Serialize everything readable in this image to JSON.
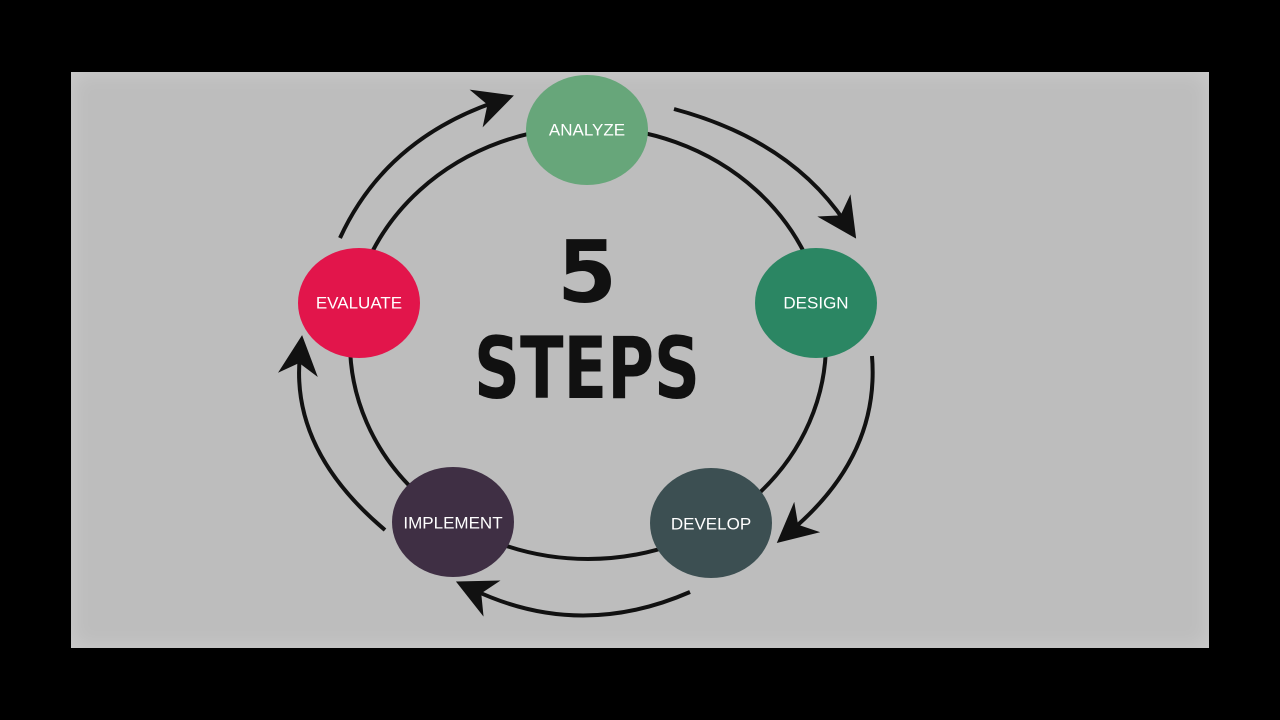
{
  "title": {
    "number": "5",
    "word": "STEPS"
  },
  "steps": [
    {
      "label": "ANALYZE",
      "color": "#67a67a"
    },
    {
      "label": "DESIGN",
      "color": "#2b8663"
    },
    {
      "label": "DEVELOP",
      "color": "#3c4f52"
    },
    {
      "label": "IMPLEMENT",
      "color": "#3f2f44"
    },
    {
      "label": "EVALUATE",
      "color": "#e2154b"
    }
  ],
  "colors": {
    "background": "#bdbdbd",
    "frame": "#000000",
    "ink": "#111111"
  }
}
